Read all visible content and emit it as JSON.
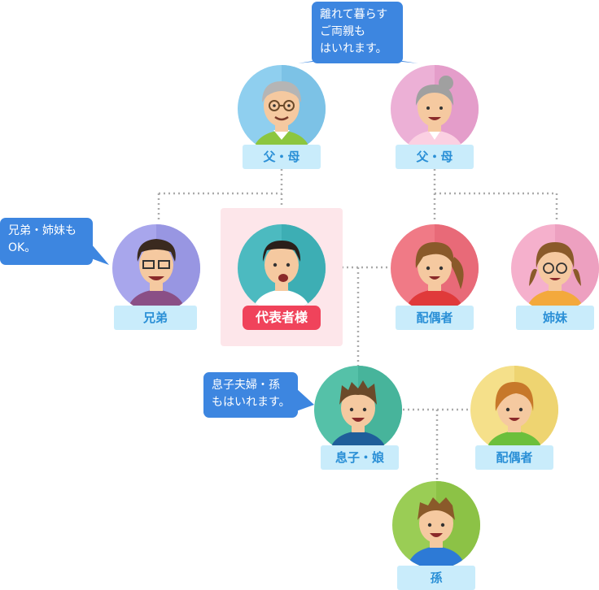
{
  "bubbles": {
    "parents": [
      "離れて暮らす",
      "ご両親も",
      "はいれます。"
    ],
    "siblings": [
      "兄弟・姉妹も",
      "OK。"
    ],
    "children": [
      "息子夫婦・孫",
      "もはいれます。"
    ]
  },
  "labels": {
    "father": "父・母",
    "mother": "父・母",
    "brother": "兄弟",
    "representative": "代表者様",
    "spouse": "配偶者",
    "sister": "姉妹",
    "son": "息子・娘",
    "son_spouse": "配偶者",
    "grandchild": "孫"
  },
  "colors": {
    "label_bg": "#c9ecfb",
    "label_text": "#2a8fd6",
    "representative_bg": "#f0435b",
    "highlight_bg": "#fde6ea",
    "bubble_bg": "#3d86e0",
    "connector": "#aaaaaa"
  }
}
